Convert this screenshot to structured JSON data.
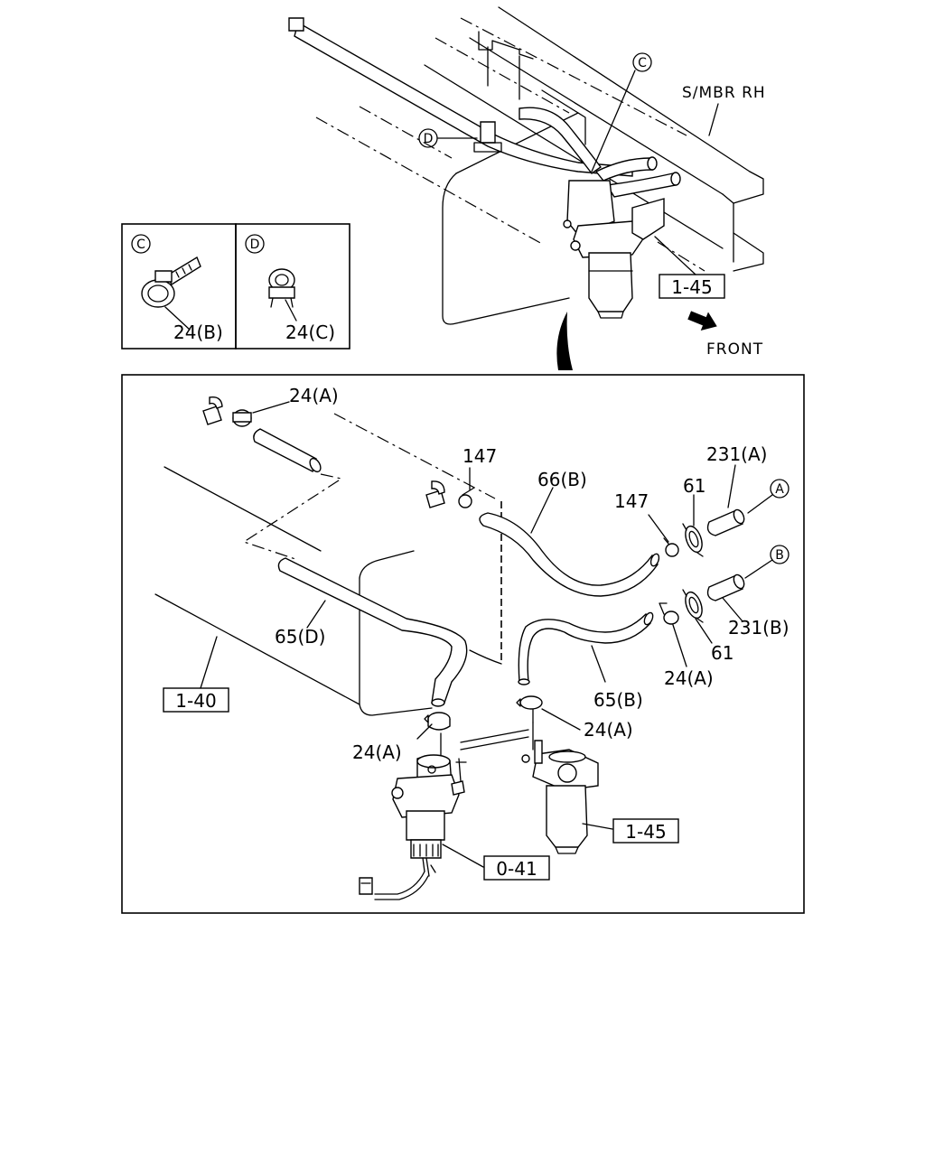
{
  "top_view": {
    "callout_c": "C",
    "callout_d": "D",
    "s_mbr_rh": "S/MBR RH",
    "ref_1_45": "1-45",
    "front": "FRONT"
  },
  "detail_c": {
    "badge": "C",
    "part": "24(B)"
  },
  "detail_d": {
    "badge": "D",
    "part": "24(C)"
  },
  "exploded": {
    "clamp_24a_top": "24(A)",
    "clip_147_left": "147",
    "hose_66b": "66(B)",
    "clip_147_right": "147",
    "part_61_top": "61",
    "pipe_231a": "231(A)",
    "ref_a": "A",
    "ref_b": "B",
    "pipe_231b": "231(B)",
    "part_61_bottom": "61",
    "clamp_24a_right": "24(A)",
    "hose_65d": "65(D)",
    "ref_1_40": "1-40",
    "hose_65b": "65(B)",
    "clamp_24a_center": "24(A)",
    "clamp_24a_left": "24(A)",
    "ref_1_45": "1-45",
    "ref_0_41": "0-41"
  }
}
